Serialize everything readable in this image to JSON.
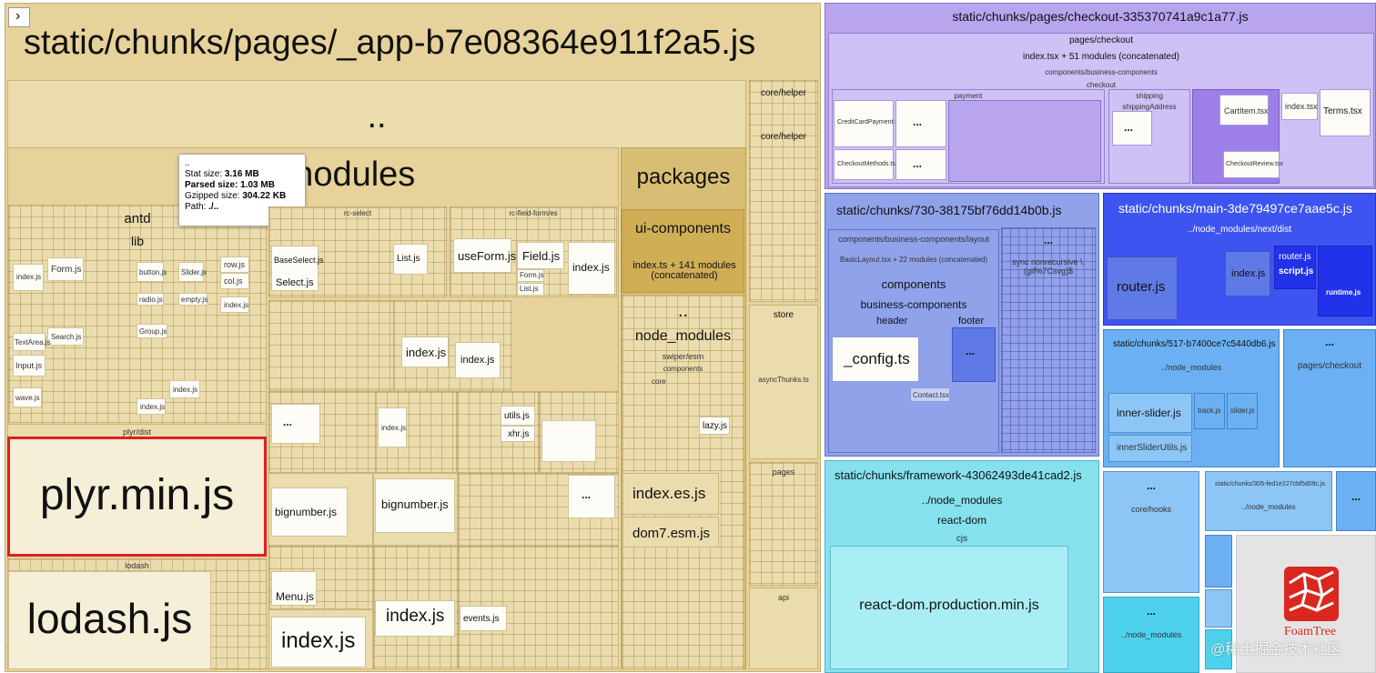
{
  "toggle_icon": "chevron-right-icon",
  "toggle_glyph": "›",
  "colors": {
    "selection_border": "#e02020",
    "tan": "#e6d29a",
    "purple": "#b9a4ee",
    "blue": "#3d54f0",
    "cyan": "#86e1ee"
  },
  "app_chunk": {
    "title": "static/chunks/pages/_app-b7e08364e911f2a5.js",
    "dotdot": "..",
    "node_modules": "node_modules",
    "antd": "antd",
    "lib": "lib",
    "plyr_dist": "plyr/dist",
    "plyr": "plyr.min.js",
    "lodash_dir": "lodash",
    "lodash": "lodash.js",
    "packages": "packages",
    "ui_components": "ui-components",
    "index_ts_141": "index.ts + 141 modules (concatenated)",
    "pkg_dotdot": "..",
    "pkg_node_modules": "node_modules",
    "swiper_esm": "swiper/esm",
    "components": "components",
    "core": "core",
    "index_es": "index.es.js",
    "dom7": "dom7.esm.js",
    "core_helper": "core/helper",
    "core_helper2": "core/helper",
    "store": "store",
    "async_thunks": "asyncThunks.ts",
    "pages": "pages",
    "api": "api",
    "rc_select": "rc-select",
    "base_select": "BaseSelect.js",
    "select_js": "Select.js",
    "list_js": "List.js",
    "rc_field_form": "rc-field-form/es",
    "use_form": "useForm.js",
    "field_js": "Field.js",
    "form_js": "Form.js",
    "list_js2": "List.js",
    "index_js": "index.js",
    "index_js_b": "index.js",
    "index_js_c": "index.js",
    "index_js_d": "index.js",
    "bignumber1": "bignumber.js",
    "bignumber2": "bignumber.js",
    "menu_js": "Menu.js",
    "utils_js": "utils.js",
    "xhr_js": "xhr.js",
    "events_js": "events.js",
    "lazy_js": "lazy.js",
    "tooltip": {
      "dots": "..",
      "stat_label": "Stat size:",
      "stat_value": "3.16 MB",
      "parsed_label": "Parsed size:",
      "parsed_value": "1.03 MB",
      "gzip_label": "Gzipped size:",
      "gzip_value": "304.22 KB",
      "path_label": "Path:",
      "path_value": "./.."
    },
    "antd_files": [
      "index.js",
      "Form.js",
      "button.js",
      "Slider.js",
      "row.js",
      "col.js",
      "radio.js",
      "empty.js",
      "index.js",
      "Search.js",
      "Group.js",
      "TextArea.js",
      "Input.js",
      "wave.js",
      "index.js",
      "index.js"
    ]
  },
  "checkout_chunk": {
    "title": "static/chunks/pages/checkout-335370741a9c1a77.js",
    "pages_checkout": "pages/checkout",
    "index_tsx": "index.tsx + 51 modules (concatenated)",
    "business": "components/business-components",
    "checkout": "checkout",
    "payment": "payment",
    "shipping": "shipping",
    "shipping_address": "shippingAddress",
    "credit_card": "CreditCardPayment.tsx",
    "checkout_methods": "CheckoutMethods.tsx",
    "cart_item": "CartItem.tsx",
    "index_tsx_small": "index.tsx",
    "terms": "Terms.tsx",
    "checkout_review": "CheckoutReview.tsx",
    "dots": "..."
  },
  "chunk_730": {
    "title": "static/chunks/730-38175bf76dd14b0b.js",
    "layout": "components/business-components/layout",
    "basic_layout": "BasicLayout.tsx + 22 modules (concatenated)",
    "components": "components",
    "business_components": "business-components",
    "header": "header",
    "footer": "footer",
    "config": "_config.ts",
    "contact": "Contact.tsx",
    "sync": "sync nonrecursive \\.(gif%7Csvg)$",
    "dots": "..."
  },
  "main_chunk": {
    "title": "static/chunks/main-3de79497ce7aae5c.js",
    "next_dist": "../node_modules/next/dist",
    "router": "router.js",
    "index": "index.js",
    "script": "script.js",
    "runtime": "runtime.js"
  },
  "chunk_517": {
    "title": "static/chunks/517-b7400ce7c5440db6.js",
    "node_modules": "../node_modules",
    "inner_slider": "inner-slider.js",
    "inner_slider_utils": "innerSliderUtils.js",
    "track": "track.js",
    "slider": "slider.js",
    "dots": "...",
    "pages_checkout": "pages/checkout"
  },
  "framework_chunk": {
    "title": "static/chunks/framework-43062493de41cad2.js",
    "node_modules": "../node_modules",
    "react_dom": "react-dom",
    "cjs": "cjs",
    "production": "react-dom.production.min.js"
  },
  "small_chunks": {
    "core_hooks": "core/hooks",
    "chunk_305": "static/chunks/305-fed1e227cbf5d09c.js",
    "node_modules": "../node_modules",
    "node_modules2": "../node_modules",
    "dots": "..."
  },
  "foamtree": "FoamTree",
  "watermark": "@稀土掘金技术社区"
}
